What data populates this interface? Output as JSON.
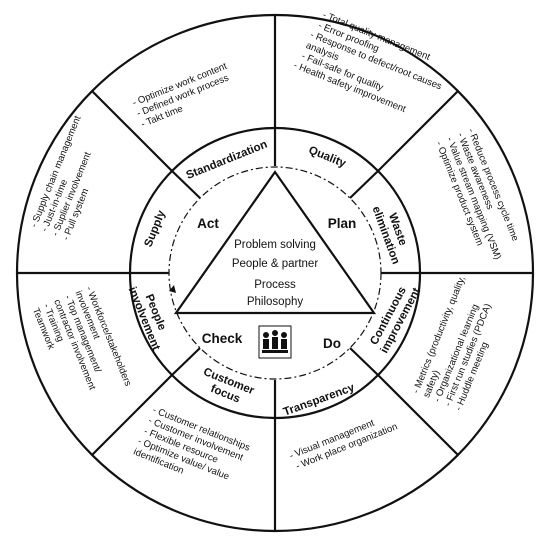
{
  "core": {
    "lines": [
      "Problem solving",
      "People & partner",
      "Process",
      "Philosophy"
    ]
  },
  "cycle": {
    "plan": "Plan",
    "do": "Do",
    "check": "Check",
    "act": "Act"
  },
  "sectors": {
    "standardization": {
      "label": [
        "Standardization"
      ],
      "items": [
        "- Optimize work content",
        "- Defined work process",
        "- Takt time"
      ]
    },
    "quality": {
      "label": [
        "Quality"
      ],
      "items": [
        "- Total quality management",
        "- Error proofing",
        "- Response to defect/root causes",
        "  analysis",
        "- Fail-safe for quality",
        "- Health safety improvement"
      ]
    },
    "waste": {
      "label": [
        "Waste",
        "elimination"
      ],
      "items": [
        "- Reduce process cycle time",
        "- Waste awareness",
        "- Value stream mapping (VSM)",
        "- Optimize product system"
      ]
    },
    "continuous": {
      "label": [
        "Continuous",
        "improvement"
      ],
      "items": [
        "- Metrics (productivity, quality,",
        "  safety)",
        "- Organizational learning",
        "- First run studies (PDCA)",
        "- Huddle meeting"
      ]
    },
    "transparency": {
      "label": [
        "Transparency"
      ],
      "items": [
        "- Visual management",
        "- Work place organization"
      ]
    },
    "customer": {
      "label": [
        "Customer",
        "focus"
      ],
      "items": [
        "- Customer relationships",
        "- Customer involvement",
        "- Flexible resource",
        "- Optimize value/ value",
        "identification"
      ]
    },
    "people": {
      "label": [
        "People",
        "involvement"
      ],
      "items": [
        "- Workforce/stakeholders",
        "  involvement",
        "- Top management/",
        "  contractor involvement",
        "- Training",
        "Teamwork"
      ]
    },
    "supply": {
      "label": [
        "Supply"
      ],
      "items": [
        "- Supply chain management",
        "- Just-in-time",
        "- Suplier involvement",
        "- Pull system"
      ]
    }
  }
}
